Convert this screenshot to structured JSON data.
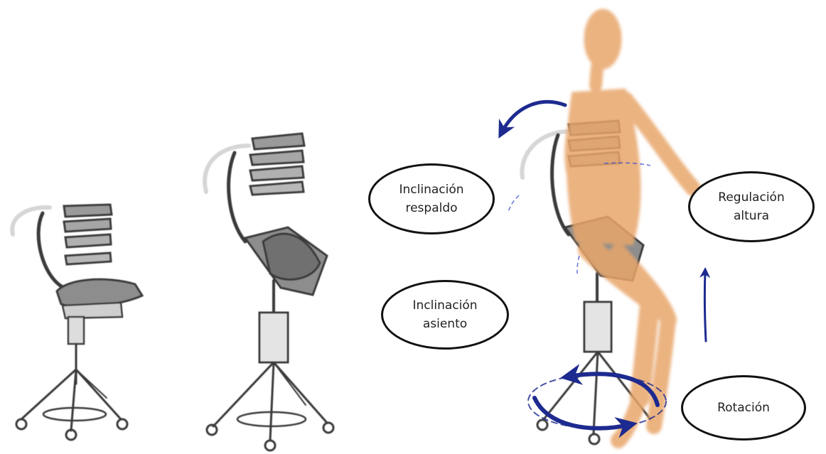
{
  "labels": {
    "backrest_tilt": "Inclinación\nrespaldo",
    "seat_tilt": "Inclinación\nasiento",
    "height_adjust": "Regulación\naltura",
    "rotation": "Rotación"
  },
  "colors": {
    "sketch": "#3a3a3a",
    "arrow": "#1d2a8f",
    "figure": "#e8a66a"
  },
  "icons": [
    "chair-sketch",
    "mannequin-figure",
    "curved-arrow",
    "rotation-arrow",
    "up-arrow"
  ]
}
